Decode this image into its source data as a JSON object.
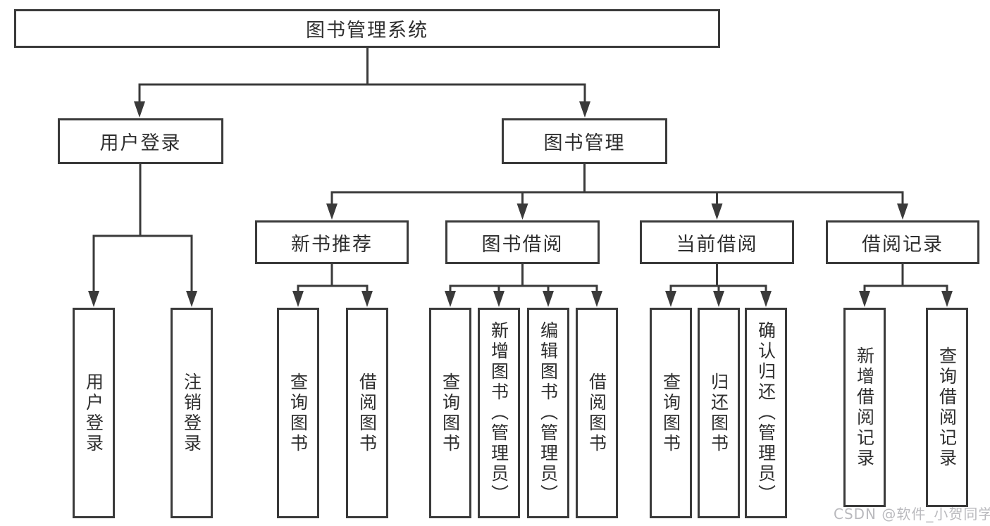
{
  "tree": {
    "label": "图书管理系统",
    "children": [
      {
        "label": "用户登录",
        "children": [
          {
            "label": "用户登录"
          },
          {
            "label": "注销登录"
          }
        ]
      },
      {
        "label": "图书管理",
        "children": [
          {
            "label": "新书推荐",
            "children": [
              {
                "label": "查询图书"
              },
              {
                "label": "借阅图书"
              }
            ]
          },
          {
            "label": "图书借阅",
            "children": [
              {
                "label": "查询图书"
              },
              {
                "label": "新增图书（管理员）"
              },
              {
                "label": "编辑图书（管理员）"
              },
              {
                "label": "借阅图书"
              }
            ]
          },
          {
            "label": "当前借阅",
            "children": [
              {
                "label": "查询图书"
              },
              {
                "label": "归还图书"
              },
              {
                "label": "确认归还（管理员）"
              }
            ]
          },
          {
            "label": "借阅记录",
            "children": [
              {
                "label": "新增借阅记录"
              },
              {
                "label": "查询借阅记录"
              }
            ]
          }
        ]
      }
    ]
  },
  "watermark": {
    "text": "CSDN @软件_小贺同学"
  },
  "colors": {
    "line": "#3a3a3a",
    "box_border": "#3a3a3a",
    "text": "#2e2e2e",
    "watermark": "#b9b9bd",
    "background": "#ffffff"
  }
}
